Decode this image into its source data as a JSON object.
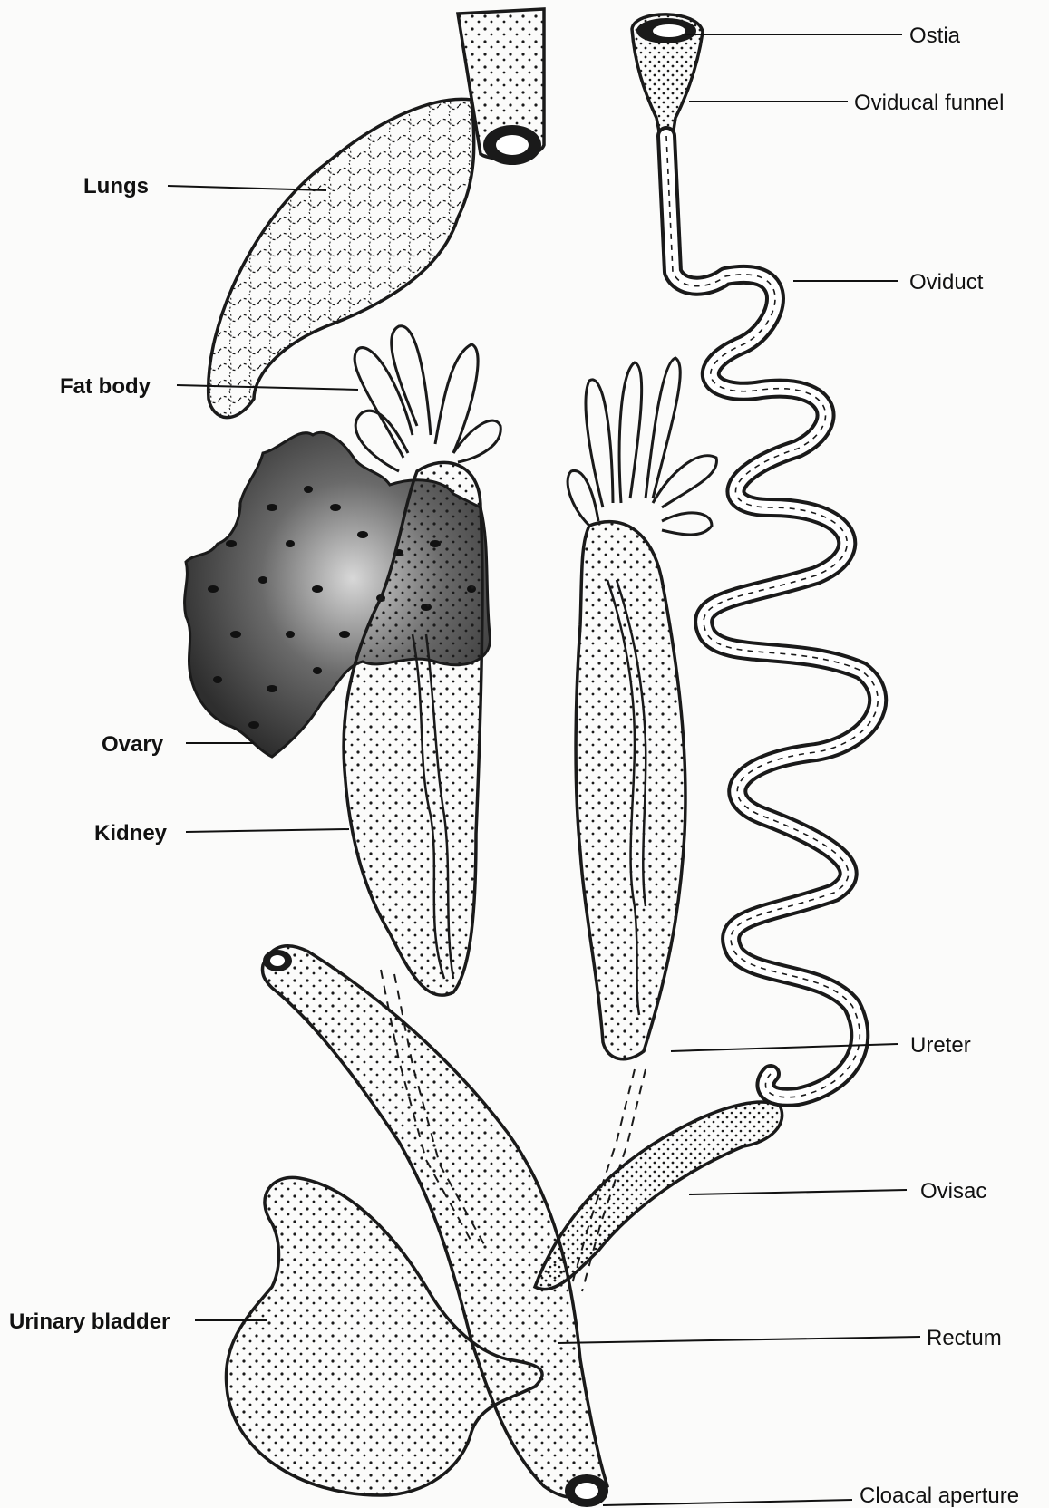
{
  "figure": {
    "labels": {
      "ostia": "Ostia",
      "oviducal_funnel": "Oviducal funnel",
      "oviduct": "Oviduct",
      "lungs": "Lungs",
      "fat_body": "Fat body",
      "ovary": "Ovary",
      "kidney": "Kidney",
      "ureter": "Ureter",
      "ovisac": "Ovisac",
      "urinary_bladder": "Urinary bladder",
      "rectum": "Rectum",
      "cloacal_aperture": "Cloacal aperture"
    },
    "colors": {
      "ink": "#1a1a1a",
      "paper": "#fbfbfa",
      "ovary_shade": "#5a5a5a"
    }
  }
}
